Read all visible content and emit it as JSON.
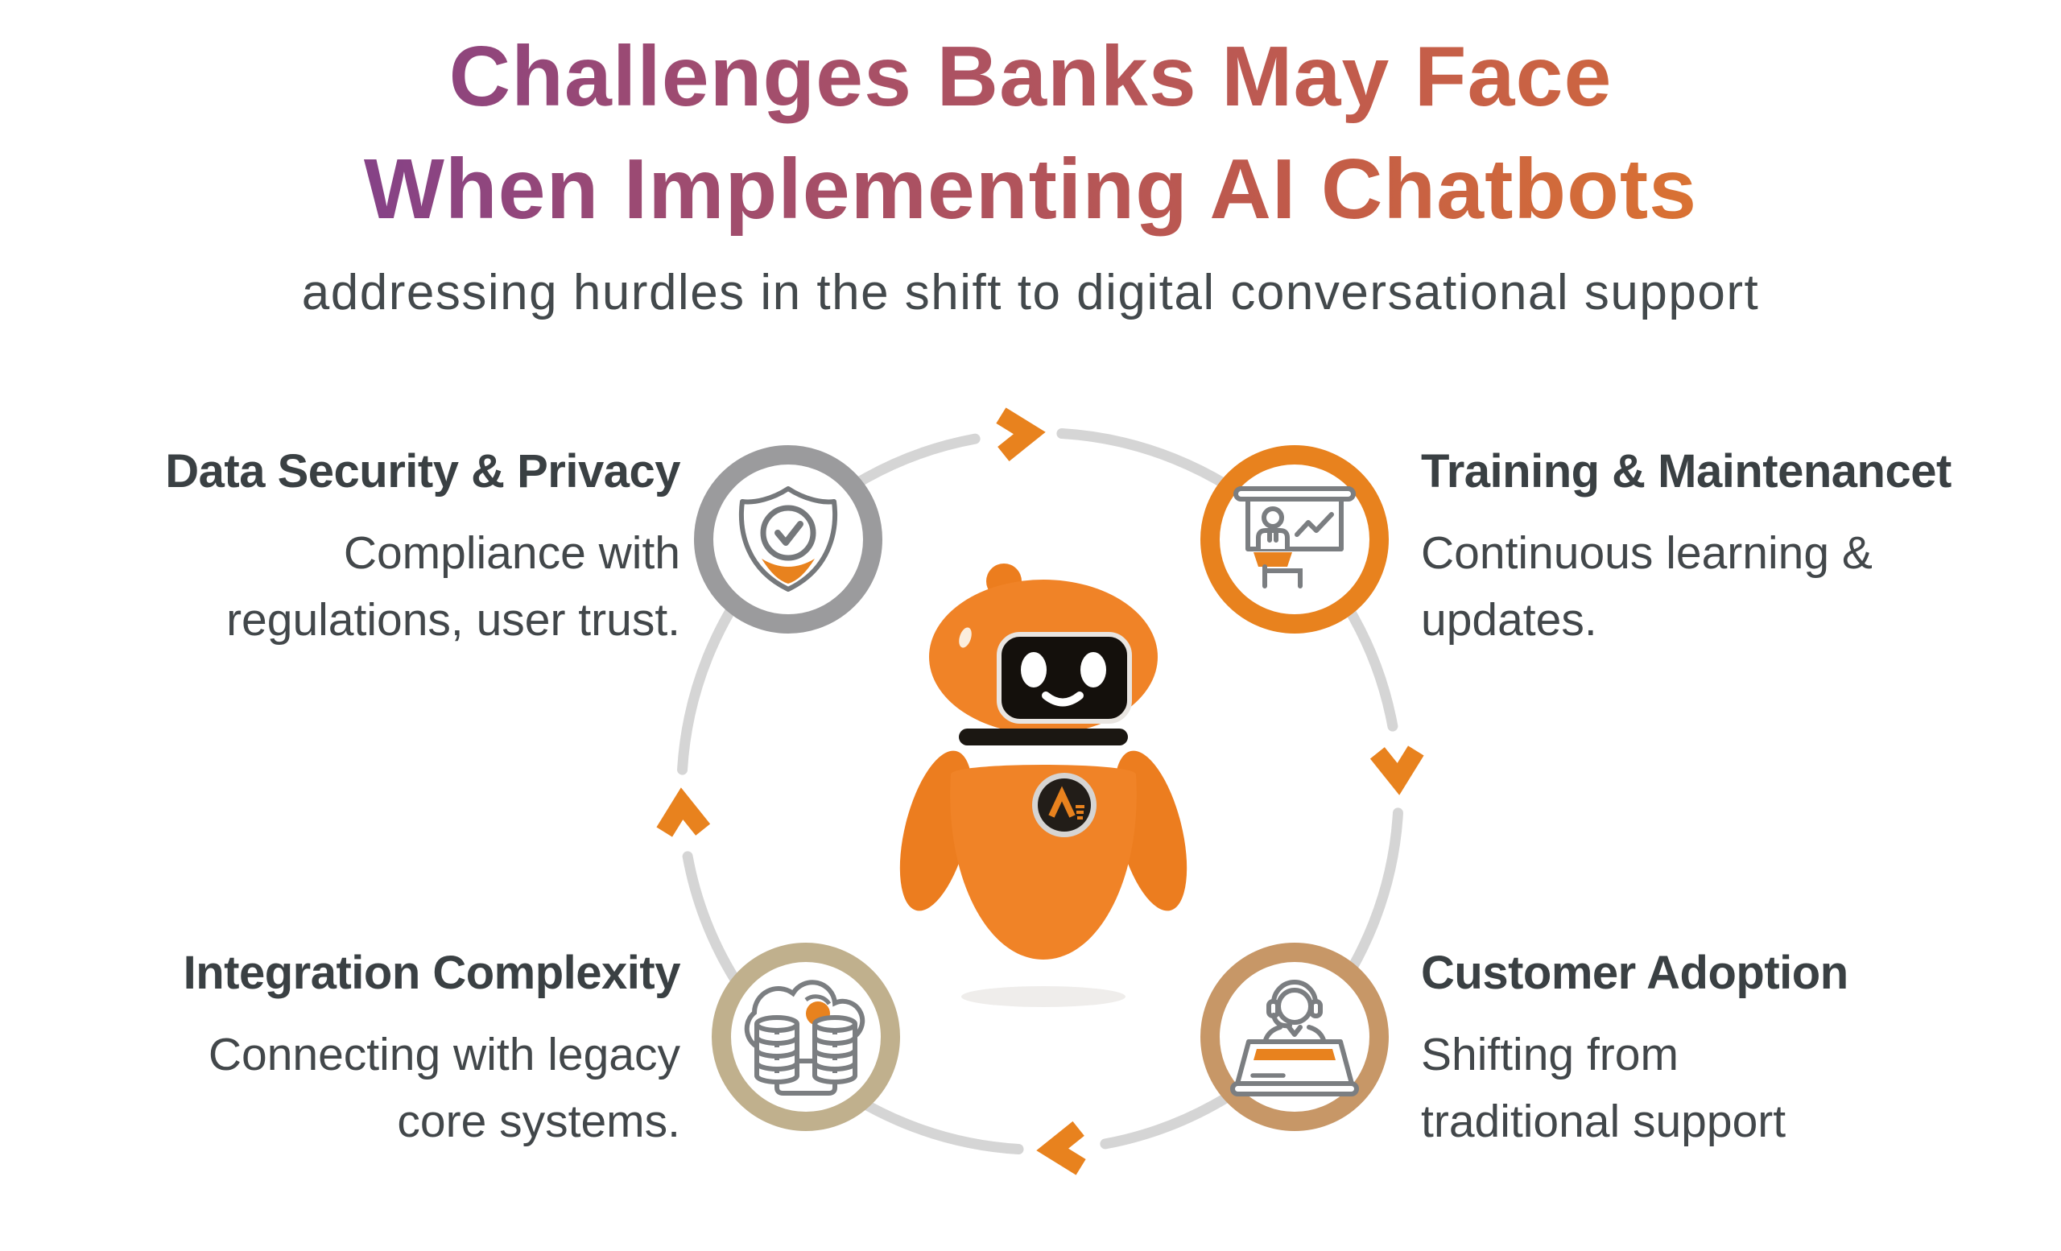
{
  "header": {
    "title_line1": "Challenges Banks May Face",
    "title_line2": "When Implementing AI Chatbots",
    "subtitle": "addressing hurdles in the shift to digital conversational support"
  },
  "items": {
    "data_security": {
      "title": "Data Security & Privacy",
      "description": "Compliance with\nregulations, user trust.",
      "icon": "shield-check-icon",
      "ring_color": "#9B9B9D",
      "position": "top-left"
    },
    "training_maintenance": {
      "title": "Training & Maintenancet",
      "description": "Continuous learning &\nupdates.",
      "icon": "presentation-chart-icon",
      "ring_color": "#E8821E",
      "position": "top-right"
    },
    "integration_complexity": {
      "title": "Integration Complexity",
      "description": "Connecting with legacy\ncore systems.",
      "icon": "cloud-database-icon",
      "ring_color": "#C0B08D",
      "position": "bottom-left"
    },
    "customer_adoption": {
      "title": "Customer Adoption",
      "description": "Shifting from\ntraditional support",
      "icon": "support-agent-laptop-icon",
      "ring_color": "#C79767",
      "position": "bottom-right"
    }
  },
  "center": {
    "icon": "chatbot-robot-mascot",
    "badge_icon": "orange-a-logo"
  },
  "cycle": {
    "direction": "clockwise",
    "arrows": [
      "chevron-right-icon",
      "chevron-down-icon",
      "chevron-left-icon",
      "chevron-up-icon"
    ]
  },
  "colors": {
    "title_gradient_start": "#703795",
    "title_gradient_end": "#F0871E",
    "subtitle_text": "#43494C",
    "item_title_text": "#3A4043",
    "item_body_text": "#42474A",
    "accent_orange": "#E8821E",
    "cycle_ring_gray": "#D5D5D5",
    "icon_stroke_gray": "#7B7E81",
    "robot_orange": "#F08327",
    "robot_face": "#14100C"
  }
}
